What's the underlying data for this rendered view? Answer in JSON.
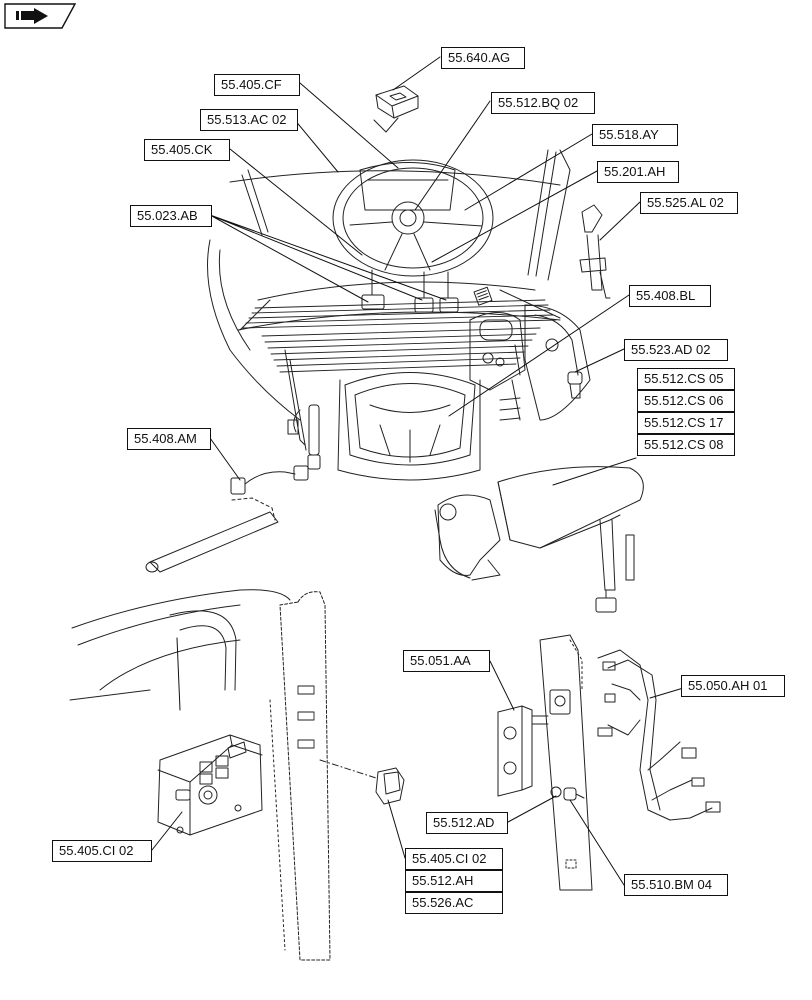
{
  "references": [
    {
      "id": "ref-55-640-ag",
      "label": "55.640.AG"
    },
    {
      "id": "ref-55-405-cf",
      "label": "55.405.CF"
    },
    {
      "id": "ref-55-512-bq-02",
      "label": "55.512.BQ 02"
    },
    {
      "id": "ref-55-513-ac-02",
      "label": "55.513.AC 02"
    },
    {
      "id": "ref-55-518-ay",
      "label": "55.518.AY"
    },
    {
      "id": "ref-55-405-ck",
      "label": "55.405.CK"
    },
    {
      "id": "ref-55-201-ah",
      "label": "55.201.AH"
    },
    {
      "id": "ref-55-525-al-02",
      "label": "55.525.AL 02"
    },
    {
      "id": "ref-55-023-ab",
      "label": "55.023.AB"
    },
    {
      "id": "ref-55-408-bl",
      "label": "55.408.BL"
    },
    {
      "id": "ref-55-523-ad-02",
      "label": "55.523.AD 02"
    },
    {
      "id": "ref-55-512-cs-05",
      "label": "55.512.CS 05"
    },
    {
      "id": "ref-55-512-cs-06",
      "label": "55.512.CS 06"
    },
    {
      "id": "ref-55-512-cs-17",
      "label": "55.512.CS 17"
    },
    {
      "id": "ref-55-512-cs-08",
      "label": "55.512.CS 08"
    },
    {
      "id": "ref-55-408-am",
      "label": "55.408.AM"
    },
    {
      "id": "ref-55-051-aa",
      "label": "55.051.AA"
    },
    {
      "id": "ref-55-050-ah-01",
      "label": "55.050.AH 01"
    },
    {
      "id": "ref-55-512-ad",
      "label": "55.512.AD"
    },
    {
      "id": "ref-55-405-ci-02-left",
      "label": "55.405.CI 02"
    },
    {
      "id": "ref-55-405-ci-02-stack",
      "label": "55.405.CI 02"
    },
    {
      "id": "ref-55-512-ah",
      "label": "55.512.AH"
    },
    {
      "id": "ref-55-526-ac",
      "label": "55.526.AC"
    },
    {
      "id": "ref-55-510-bm-04",
      "label": "55.510.BM 04"
    }
  ],
  "icons": {
    "nav": "navigation-arrow-icon"
  }
}
